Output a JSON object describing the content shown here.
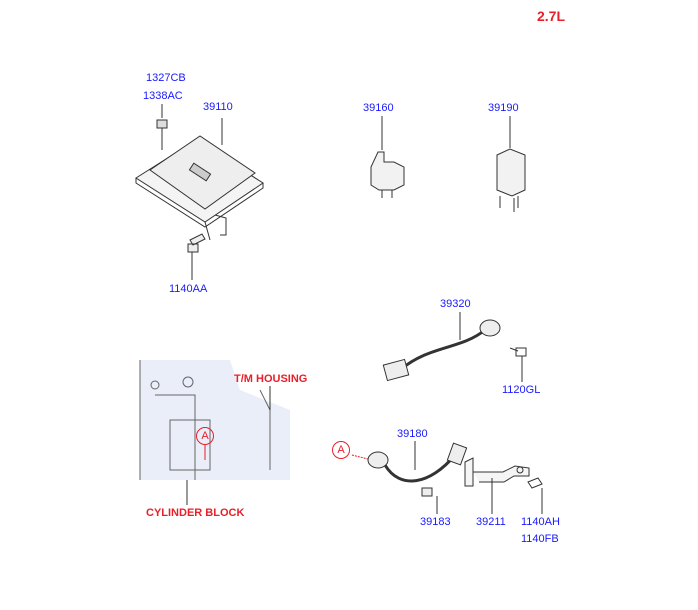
{
  "engine": "2.7L",
  "parts": {
    "p1327cb": "1327CB",
    "p1338ac": "1338AC",
    "p39110": "39110",
    "p1140aa": "1140AA",
    "p39160": "39160",
    "p39190": "39190",
    "p39320": "39320",
    "p1120gl": "1120GL",
    "p39180": "39180",
    "p39183": "39183",
    "p39211": "39211",
    "p1140ah": "1140AH",
    "p1140fb": "1140FB"
  },
  "callouts": {
    "tm_housing": "T/M HOUSING",
    "cylinder_block": "CYLINDER BLOCK",
    "ref_a": "A"
  },
  "colors": {
    "part_label": "#1a1aff",
    "callout": "#e8202a",
    "line": "#333333"
  }
}
